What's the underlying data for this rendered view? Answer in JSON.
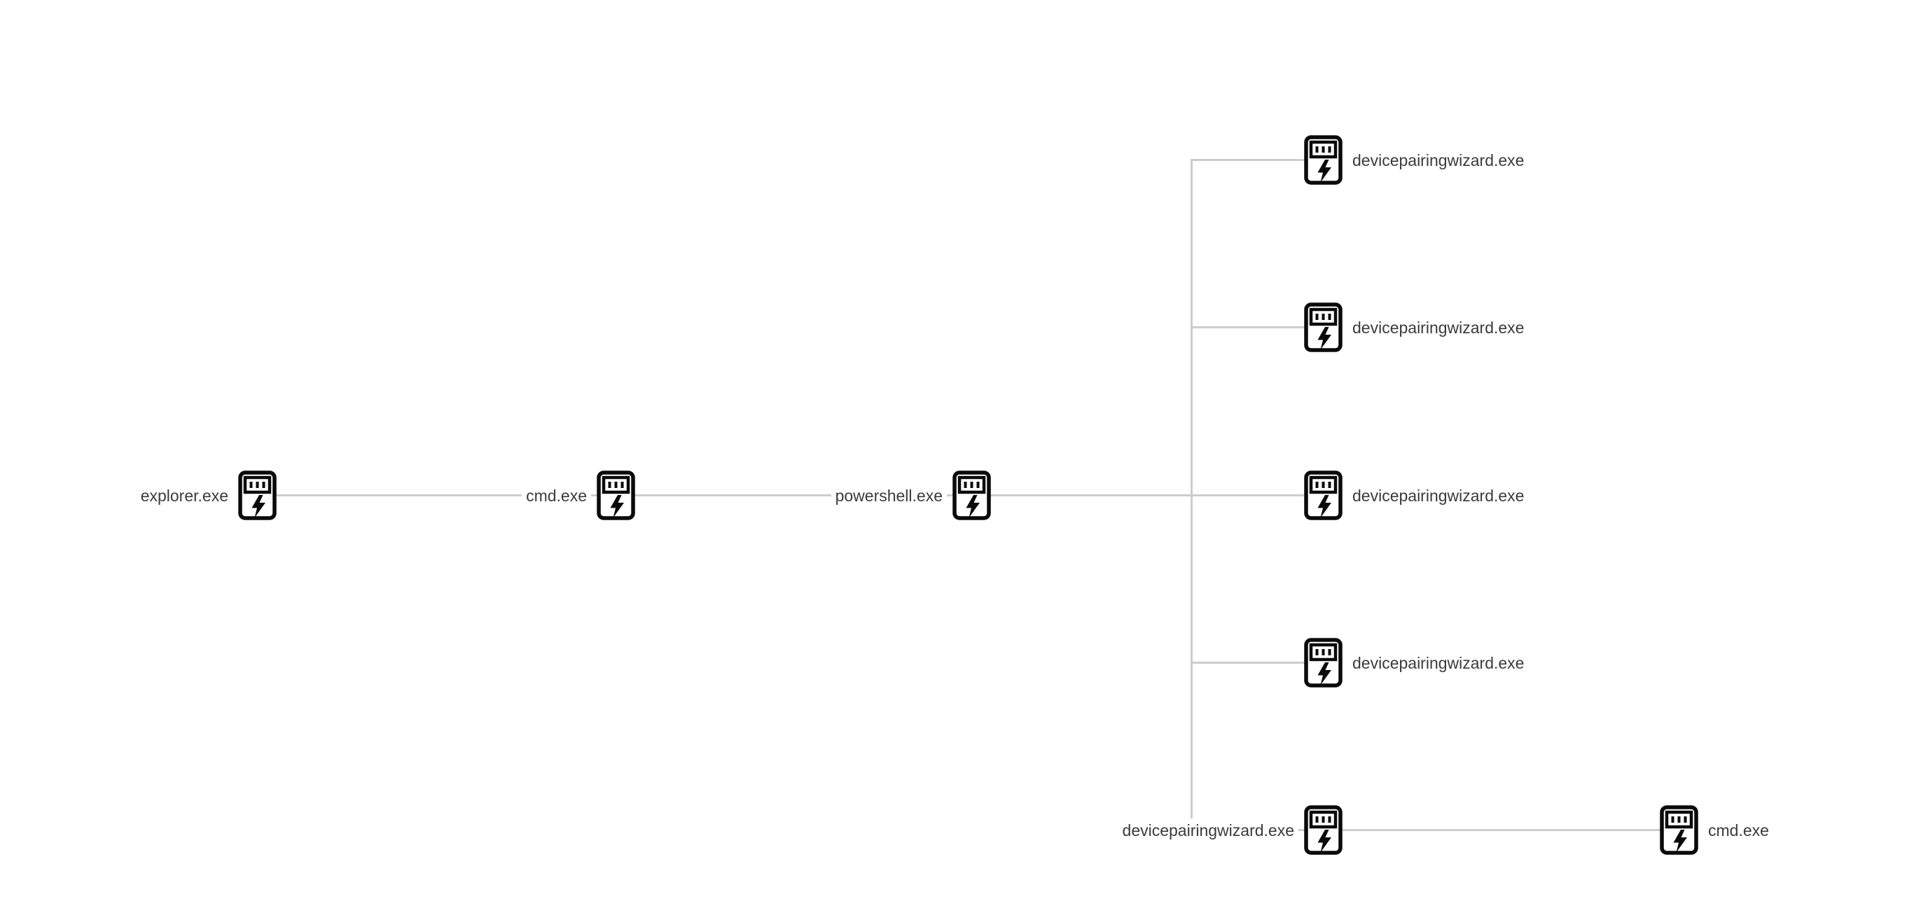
{
  "diagram": {
    "kind": "process-tree",
    "background_color": "#ffffff",
    "edge_color": "#cdcdcd",
    "text_color": "#3b3b3b",
    "icon_stroke_color": "#0a0a0a",
    "icon_fill_color": "#ffffff",
    "icon_glyph": "process-lightning-icon"
  },
  "nodes": [
    {
      "id": "explorer",
      "label": "explorer.exe",
      "label_side": "left",
      "depth": 0
    },
    {
      "id": "cmd-1",
      "label": "cmd.exe",
      "label_side": "left",
      "depth": 1
    },
    {
      "id": "powershell",
      "label": "powershell.exe",
      "label_side": "left",
      "depth": 2
    },
    {
      "id": "devicepairingwizard-1",
      "label": "devicepairingwizard.exe",
      "label_side": "right",
      "depth": 3
    },
    {
      "id": "devicepairingwizard-2",
      "label": "devicepairingwizard.exe",
      "label_side": "right",
      "depth": 3
    },
    {
      "id": "devicepairingwizard-3",
      "label": "devicepairingwizard.exe",
      "label_side": "right",
      "depth": 3
    },
    {
      "id": "devicepairingwizard-4",
      "label": "devicepairingwizard.exe",
      "label_side": "right",
      "depth": 3
    },
    {
      "id": "devicepairingwizard-5",
      "label": "devicepairingwizard.exe",
      "label_side": "left",
      "depth": 3
    },
    {
      "id": "cmd-2",
      "label": "cmd.exe",
      "label_side": "right",
      "depth": 4
    }
  ],
  "edges": [
    {
      "from": "explorer",
      "to": "cmd-1"
    },
    {
      "from": "cmd-1",
      "to": "powershell"
    },
    {
      "from": "powershell",
      "to": "devicepairingwizard-1"
    },
    {
      "from": "powershell",
      "to": "devicepairingwizard-2"
    },
    {
      "from": "powershell",
      "to": "devicepairingwizard-3"
    },
    {
      "from": "powershell",
      "to": "devicepairingwizard-4"
    },
    {
      "from": "powershell",
      "to": "devicepairingwizard-5"
    },
    {
      "from": "devicepairingwizard-5",
      "to": "cmd-2"
    }
  ]
}
